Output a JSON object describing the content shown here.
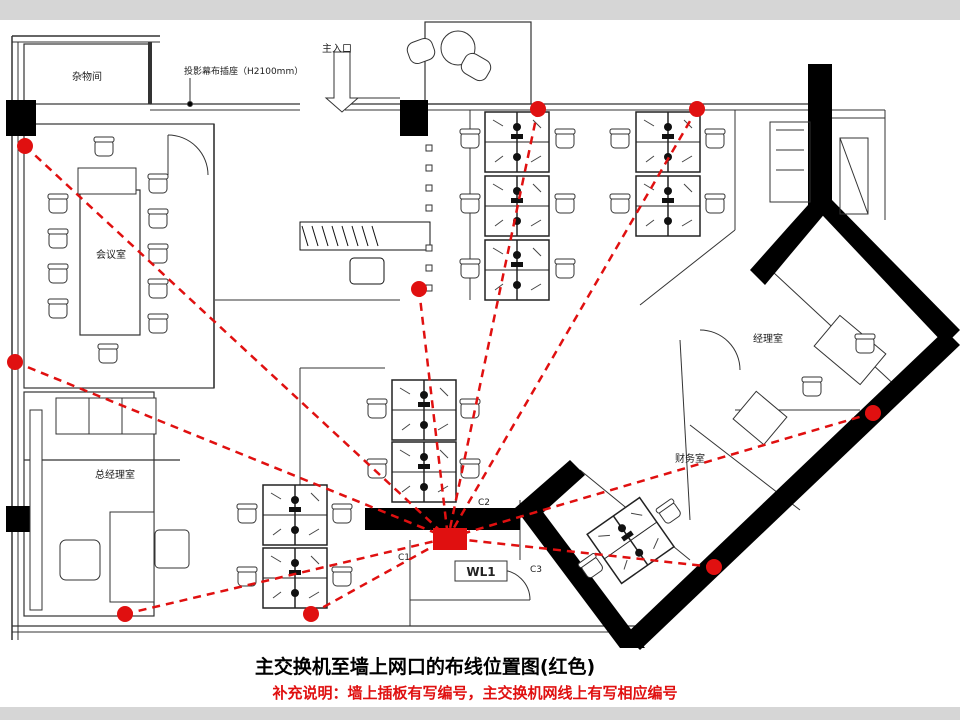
{
  "title": "主交换机至墙上网口的布线位置图(红色)",
  "note": "补充说明：墙上插板有写编号，主交换机网线上有写相应编号",
  "colors": {
    "cable": "#e01010",
    "note": "#e01010",
    "wall": "#000000",
    "line": "#333333"
  },
  "rooms": {
    "storage": "杂物间",
    "meeting": "会议室",
    "gm_office": "总经理室",
    "manager_office": "经理室",
    "finance": "财务室"
  },
  "labels": {
    "entrance": "主入口",
    "projector_socket": "投影幕布插座（H2100mm）"
  },
  "switch": {
    "name": "WL1",
    "codes": [
      "C1",
      "C2",
      "C3"
    ]
  },
  "outlets": [
    {
      "id": "meeting-top"
    },
    {
      "id": "meeting-left"
    },
    {
      "id": "gm-bottom"
    },
    {
      "id": "desk-bottom"
    },
    {
      "id": "open-center"
    },
    {
      "id": "open-top-a"
    },
    {
      "id": "open-top-b"
    },
    {
      "id": "manager"
    },
    {
      "id": "finance"
    }
  ]
}
